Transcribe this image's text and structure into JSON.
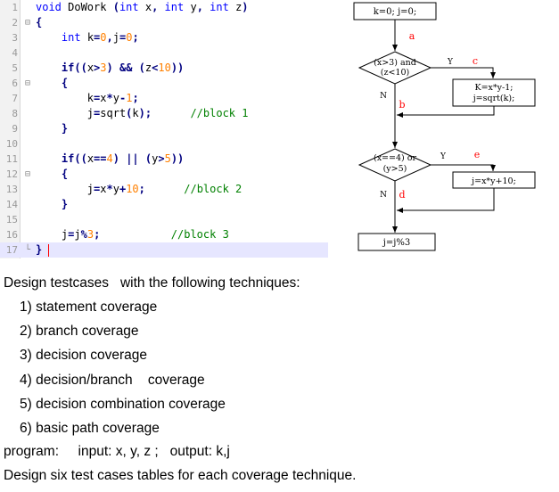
{
  "code": {
    "lines": [
      {
        "n": "1",
        "fold": "",
        "html": "<span class='kw'>void</span> DoWork <span class='pn'>(</span><span class='kw'>int</span> x<span class='pn'>,</span> <span class='kw'>int</span> y<span class='pn'>,</span> <span class='kw'>int</span> z<span class='pn'>)</span>"
      },
      {
        "n": "2",
        "fold": "⊟",
        "html": "<span class='pn'>{</span>"
      },
      {
        "n": "3",
        "fold": "",
        "html": "    <span class='kw'>int</span> k<span class='pn'>=</span><span class='num'>0</span><span class='pn'>,</span>j<span class='pn'>=</span><span class='num'>0</span><span class='pn'>;</span>"
      },
      {
        "n": "4",
        "fold": "",
        "html": ""
      },
      {
        "n": "5",
        "fold": "",
        "html": "    <span class='ctl'>if</span><span class='pn'>((</span>x<span class='pn'>&gt;</span><span class='num'>3</span><span class='pn'>)</span> <span class='pn'>&amp;&amp;</span> <span class='pn'>(</span>z<span class='pn'>&lt;</span><span class='num'>10</span><span class='pn'>))</span>"
      },
      {
        "n": "6",
        "fold": "⊟",
        "html": "    <span class='pn'>{</span>"
      },
      {
        "n": "7",
        "fold": "",
        "html": "        k<span class='pn'>=</span>x<span class='pn'>*</span>y<span class='pn'>-</span><span class='num'>1</span><span class='pn'>;</span>"
      },
      {
        "n": "8",
        "fold": "",
        "html": "        j<span class='pn'>=</span>sqrt<span class='pn'>(</span>k<span class='pn'>);</span>      <span class='cmt'>//block 1</span>"
      },
      {
        "n": "9",
        "fold": "",
        "html": "    <span class='pn'>}</span>"
      },
      {
        "n": "10",
        "fold": "",
        "html": ""
      },
      {
        "n": "11",
        "fold": "",
        "html": "    <span class='ctl'>if</span><span class='pn'>((</span>x<span class='pn'>==</span><span class='num'>4</span><span class='pn'>)</span> <span class='pn'>||</span> <span class='pn'>(</span>y<span class='pn'>&gt;</span><span class='num'>5</span><span class='pn'>))</span>"
      },
      {
        "n": "12",
        "fold": "⊟",
        "html": "    <span class='pn'>{</span>"
      },
      {
        "n": "13",
        "fold": "",
        "html": "        j<span class='pn'>=</span>x<span class='pn'>*</span>y<span class='pn'>+</span><span class='num'>10</span><span class='pn'>;</span>      <span class='cmt'>//block 2</span>"
      },
      {
        "n": "14",
        "fold": "",
        "html": "    <span class='pn'>}</span>"
      },
      {
        "n": "15",
        "fold": "",
        "html": ""
      },
      {
        "n": "16",
        "fold": "",
        "html": "    j<span class='pn'>=</span>j<span class='pn'>%</span><span class='num'>3</span><span class='pn'>;</span>           <span class='cmt'>//block 3</span>"
      },
      {
        "n": "17",
        "fold": "└",
        "html": "<span class='pn'>}</span> <span class='caret'></span>"
      }
    ]
  },
  "flowchart": {
    "start_box": "k=0; j=0;",
    "decision1_line1": "(x>3) and",
    "decision1_line2": "(z<10)",
    "block1_line1": "K=x*y-1;",
    "block1_line2": "j=sqrt(k);",
    "decision2_line1": "(x==4) or",
    "decision2_line2": "(y>5)",
    "block2": "j=x*y+10;",
    "end_box": "j=j%3",
    "yes_label_1": "Y",
    "yes_label_2": "Y",
    "no_label_1": "N",
    "no_label_2": "N",
    "edge_a": "a",
    "edge_b": "b",
    "edge_c": "c",
    "edge_d": "d",
    "edge_e": "e"
  },
  "task": {
    "intro": "Design testcases   with the following techniques:",
    "items": [
      "1) statement coverage",
      "2) branch coverage",
      "3) decision coverage",
      "4) decision/branch    coverage",
      "5) decision combination coverage",
      "6) basic path coverage"
    ],
    "program": "program:     input: x, y, z ;   output: k,j",
    "final": "Design six test cases tables for each coverage technique."
  }
}
